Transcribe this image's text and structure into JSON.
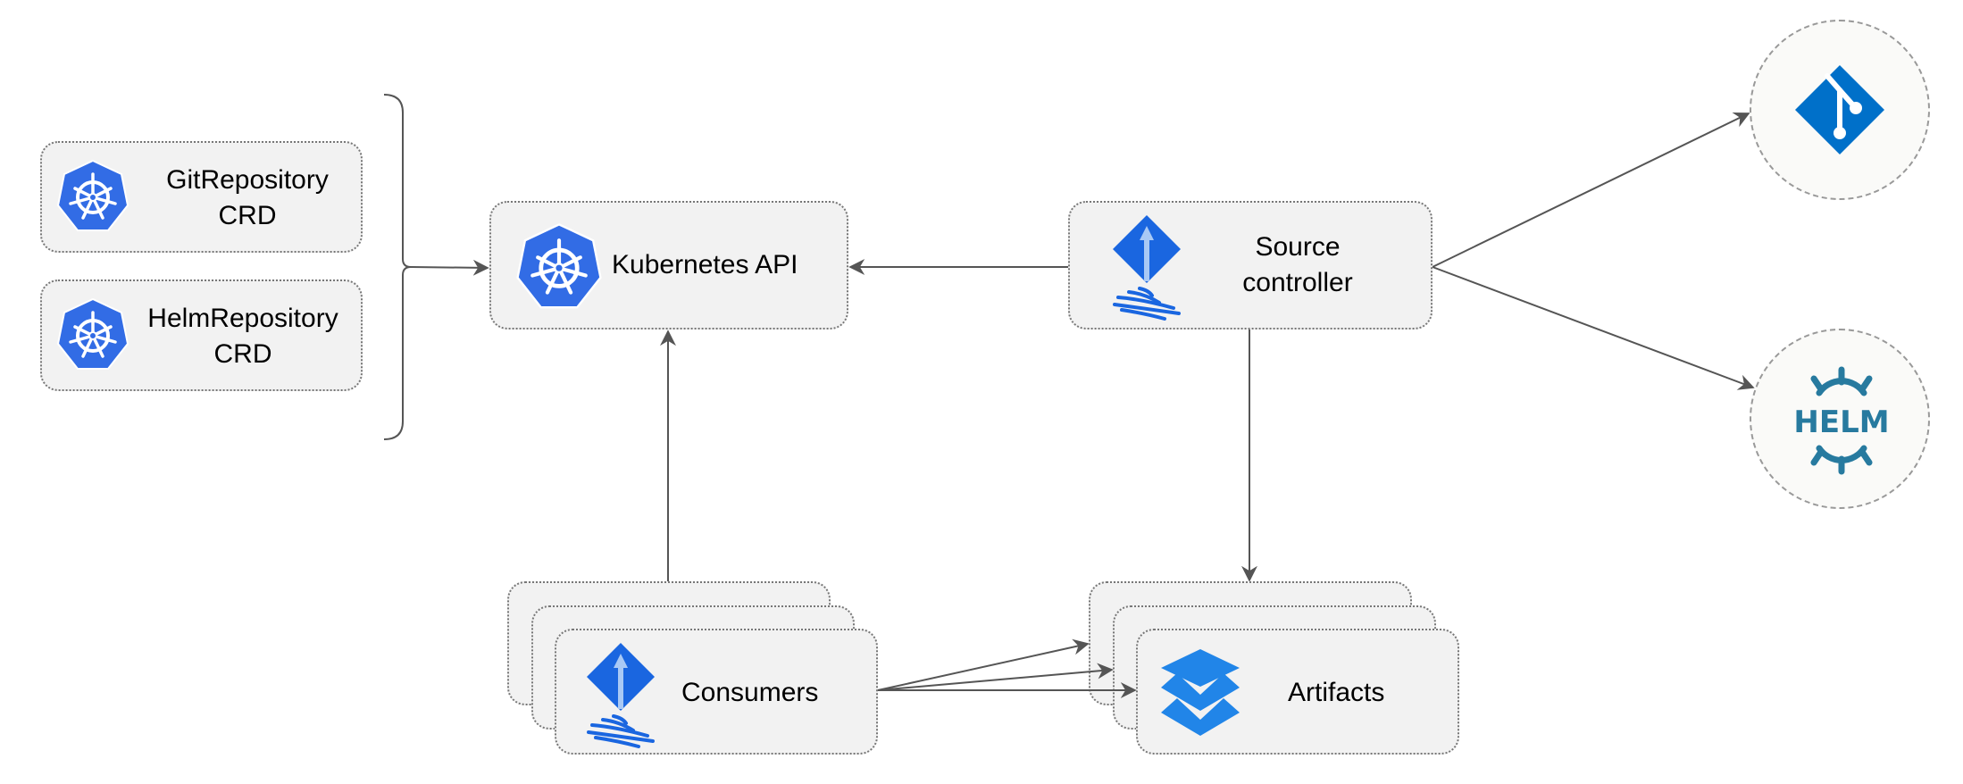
{
  "nodes": {
    "git_repository_crd": {
      "line1": "GitRepository",
      "line2": "CRD",
      "icon": "kubernetes-icon"
    },
    "helm_repository_crd": {
      "line1": "HelmRepository",
      "line2": "CRD",
      "icon": "kubernetes-icon"
    },
    "kubernetes_api": {
      "label": "Kubernetes API",
      "icon": "kubernetes-icon"
    },
    "source_controller": {
      "line1": "Source",
      "line2": "controller",
      "icon": "flux-icon"
    },
    "consumers": {
      "label": "Consumers",
      "icon": "flux-icon"
    },
    "artifacts": {
      "label": "Artifacts",
      "icon": "layers-icon"
    },
    "git": {
      "icon": "git-icon"
    },
    "helm": {
      "logo_text": "HELM",
      "icon": "helm-icon"
    }
  },
  "edges": [
    {
      "from": "CRDs",
      "to": "Kubernetes API"
    },
    {
      "from": "Source controller",
      "to": "Kubernetes API"
    },
    {
      "from": "Source controller",
      "to": "Git"
    },
    {
      "from": "Source controller",
      "to": "Helm"
    },
    {
      "from": "Source controller",
      "to": "Artifacts"
    },
    {
      "from": "Consumers",
      "to": "Kubernetes API"
    },
    {
      "from": "Consumers",
      "to": "Artifacts"
    }
  ],
  "colors": {
    "k8s_blue": "#326ce5",
    "flux_blue": "#1a66e0",
    "git_blue": "#0070c9",
    "helm_teal": "#277a9f",
    "artifact_blue": "#2185e8",
    "box_fill": "#f2f2f2",
    "line": "#555555"
  }
}
